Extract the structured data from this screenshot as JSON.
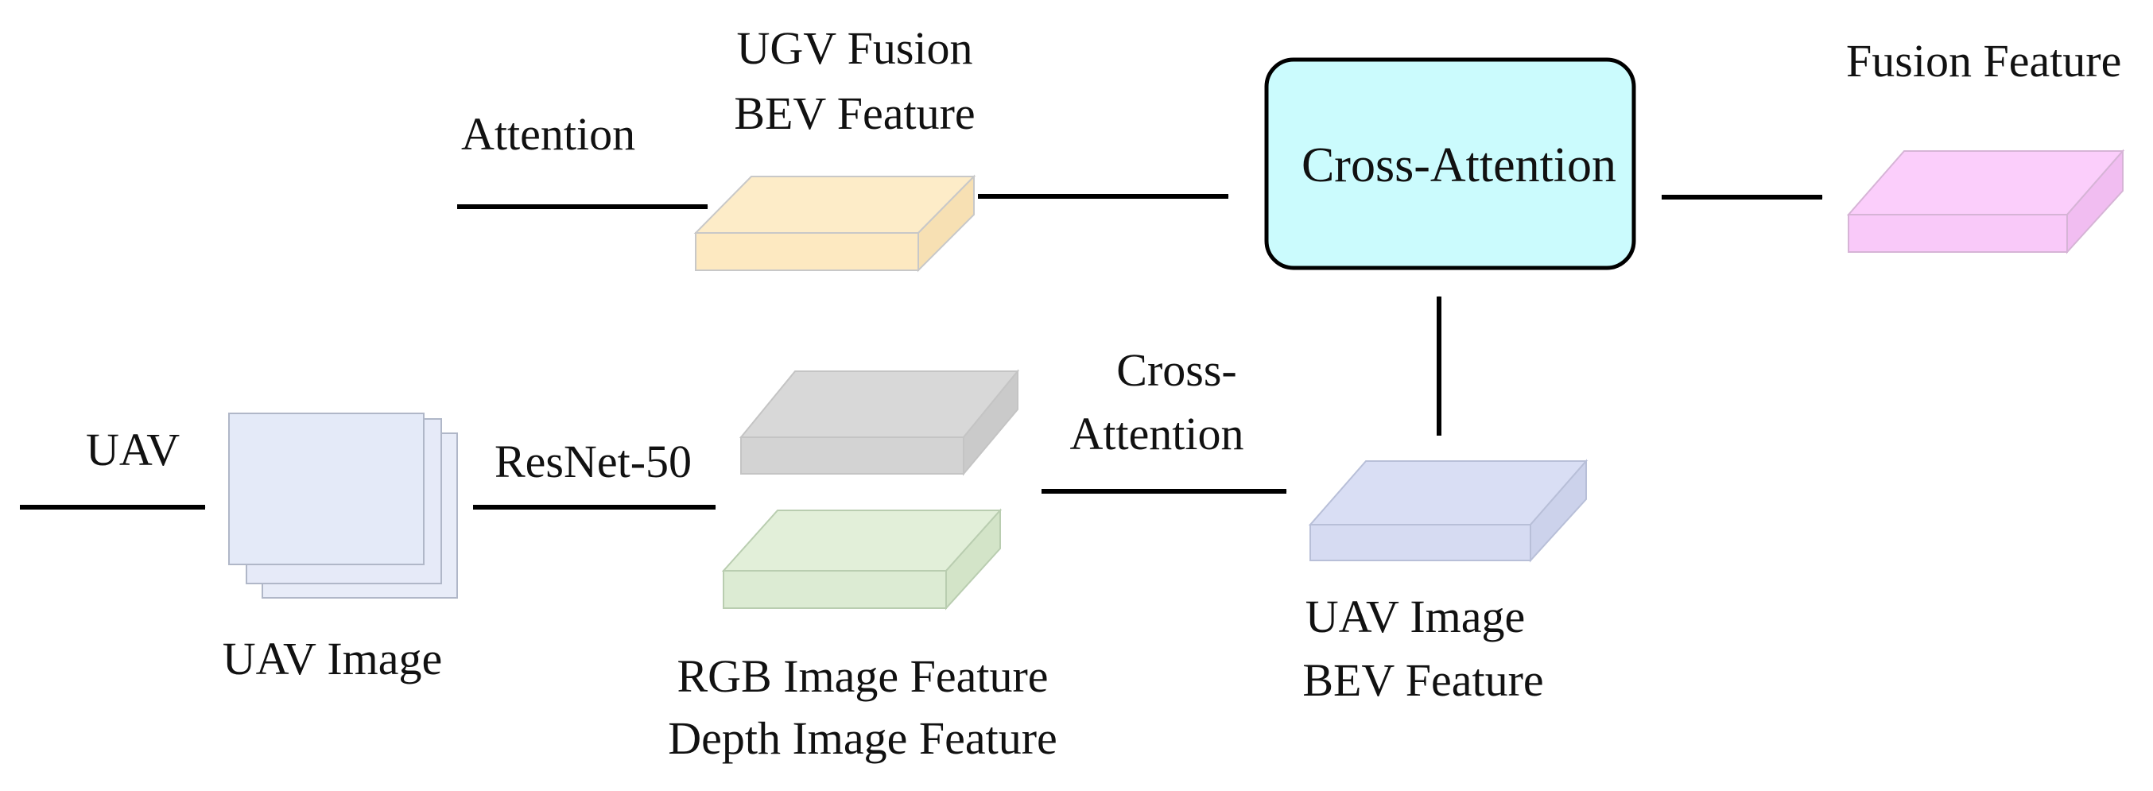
{
  "labels": {
    "attention": "Attention",
    "ugv_line1": "UGV Fusion",
    "ugv_line2": "BEV Feature",
    "cross_attention_box": "Cross-Attention",
    "fusion_feature": "Fusion  Feature",
    "uav_input": "UAV",
    "uav_image": "UAV Image",
    "resnet": "ResNet-50",
    "rgb_feature": "RGB Image Feature",
    "depth_feature": "Depth Image Feature",
    "cross_line1": "Cross-",
    "cross_line2": "Attention",
    "uav_bev_line1": "UAV Image",
    "uav_bev_line2": "BEV Feature"
  },
  "colors": {
    "ugv_feature": "#fdecc8",
    "cross_attention_box": "#cbfbfd",
    "fusion_feature": "#fbcefb",
    "uav_image": "#e4eaf8",
    "rgb_feature": "#d8d8d8",
    "depth_feature": "#e2efd9",
    "uav_bev_feature": "#d9def4",
    "arrow": "#000000"
  }
}
